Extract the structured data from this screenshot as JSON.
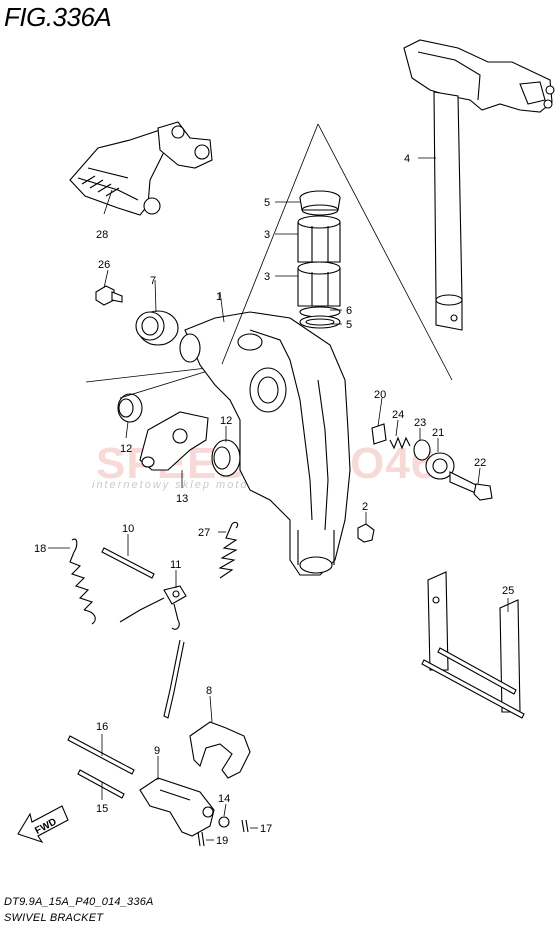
{
  "title": "FIG.336A",
  "footer_code": "DT9.9A_15A_P40_014_336A",
  "footer_name": "SWIVEL BRACKET",
  "watermark_main": "SPEEDMOTO46",
  "watermark_sub": "internetowy sklep motocyklowy",
  "fwd_label": "FWD",
  "callouts": {
    "c1": "1",
    "c2": "2",
    "c3a": "3",
    "c3b": "3",
    "c4": "4",
    "c5a": "5",
    "c5b": "5",
    "c6": "6",
    "c7": "7",
    "c8": "8",
    "c9": "9",
    "c10": "10",
    "c11": "11",
    "c12a": "12",
    "c12b": "12",
    "c13": "13",
    "c14": "14",
    "c15": "15",
    "c16": "16",
    "c17": "17",
    "c18": "18",
    "c19": "19",
    "c20": "20",
    "c21": "21",
    "c22": "22",
    "c23": "23",
    "c24": "24",
    "c25": "25",
    "c26": "26",
    "c27": "27",
    "c28": "28"
  }
}
